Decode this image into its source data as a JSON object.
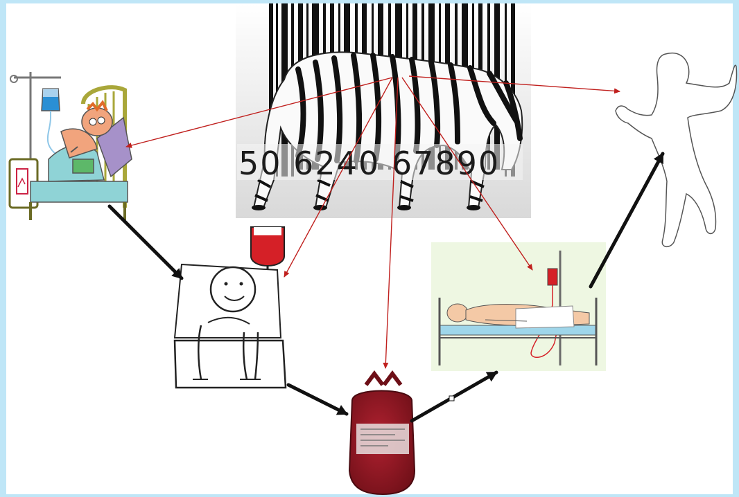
{
  "barcode": {
    "digits": "50 6240 67890",
    "image_description_name": "zebra-barcode-image"
  },
  "nodes": [
    {
      "id": "sick-patient",
      "label": ""
    },
    {
      "id": "transfusion-patient",
      "label": ""
    },
    {
      "id": "blood-bag",
      "label": ""
    },
    {
      "id": "patient-on-iv",
      "label": ""
    },
    {
      "id": "human-outline",
      "label": ""
    }
  ],
  "colors": {
    "frame": "#bfe6f7",
    "red_arrow": "#c0201e",
    "black_arrow": "#111111",
    "blood": "#8e1720",
    "iv_panel_bg": "#eef7e2"
  }
}
